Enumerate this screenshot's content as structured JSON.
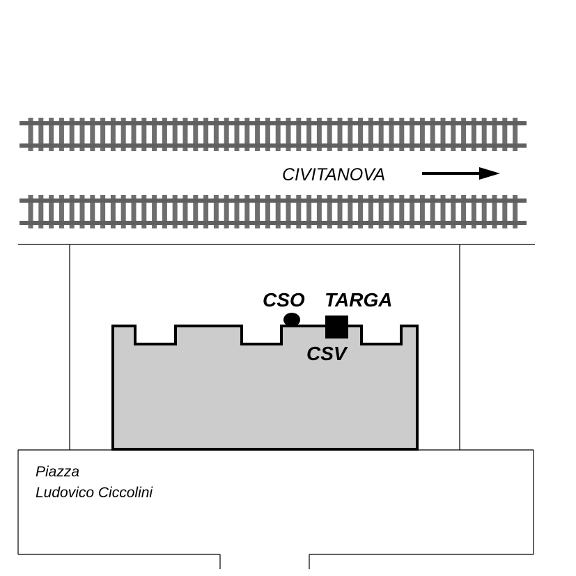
{
  "direction": {
    "label": "CIVITANOVA",
    "arrow_icon": "right-arrow-icon"
  },
  "markers": {
    "cso": {
      "label": "CSO",
      "shape": "circle"
    },
    "targa": {
      "label": "TARGA",
      "shape": "square"
    },
    "csv": {
      "label": "CSV"
    }
  },
  "square": {
    "line1": "Piazza",
    "line2": "Ludovico Ciccolini"
  },
  "colors": {
    "building_fill": "#cccccc",
    "rail": "#5f5f5f",
    "sleeper": "#6e6e6e",
    "outline": "#000000"
  }
}
